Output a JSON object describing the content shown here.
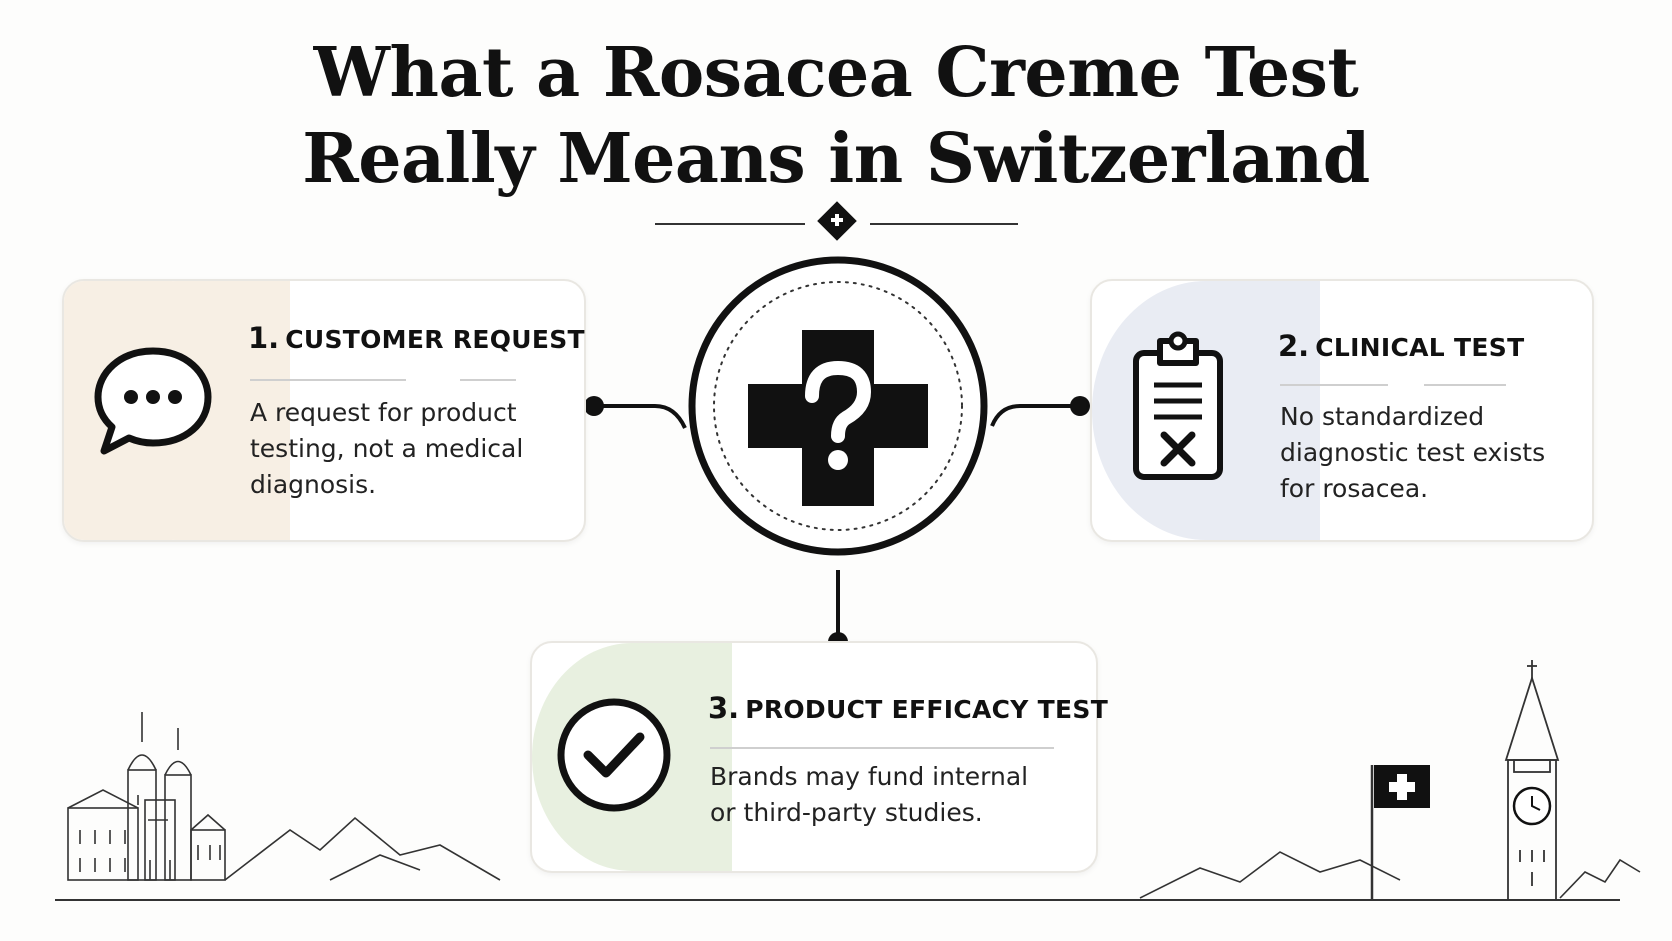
{
  "title": {
    "line1": "What a Rosacea Creme Test",
    "line2": "Really Means in Switzerland"
  },
  "center": {
    "icon": "medical-cross-question-icon"
  },
  "steps": [
    {
      "number": "1.",
      "label": "CUSTOMER REQUEST",
      "description": "A request for product testing, not a medical diagnosis.",
      "icon": "speech-bubble-icon",
      "badge_color": "#f7efe4"
    },
    {
      "number": "2.",
      "label": "CLINICAL TEST",
      "description": "No standardized diagnostic test exists for rosacea.",
      "icon": "clipboard-x-icon",
      "badge_color": "#e9ecf3"
    },
    {
      "number": "3.",
      "label": "PRODUCT EFFICACY TEST",
      "description": "Brands may fund internal or third-party studies.",
      "icon": "checkmark-circle-icon",
      "badge_color": "#e8f0e0"
    }
  ],
  "scenery": {
    "left": "cathedral-mountains-illustration",
    "right": "swiss-flag-clock-tower-illustration"
  },
  "colors": {
    "ink": "#111111",
    "card_border": "#e9e7e2"
  }
}
